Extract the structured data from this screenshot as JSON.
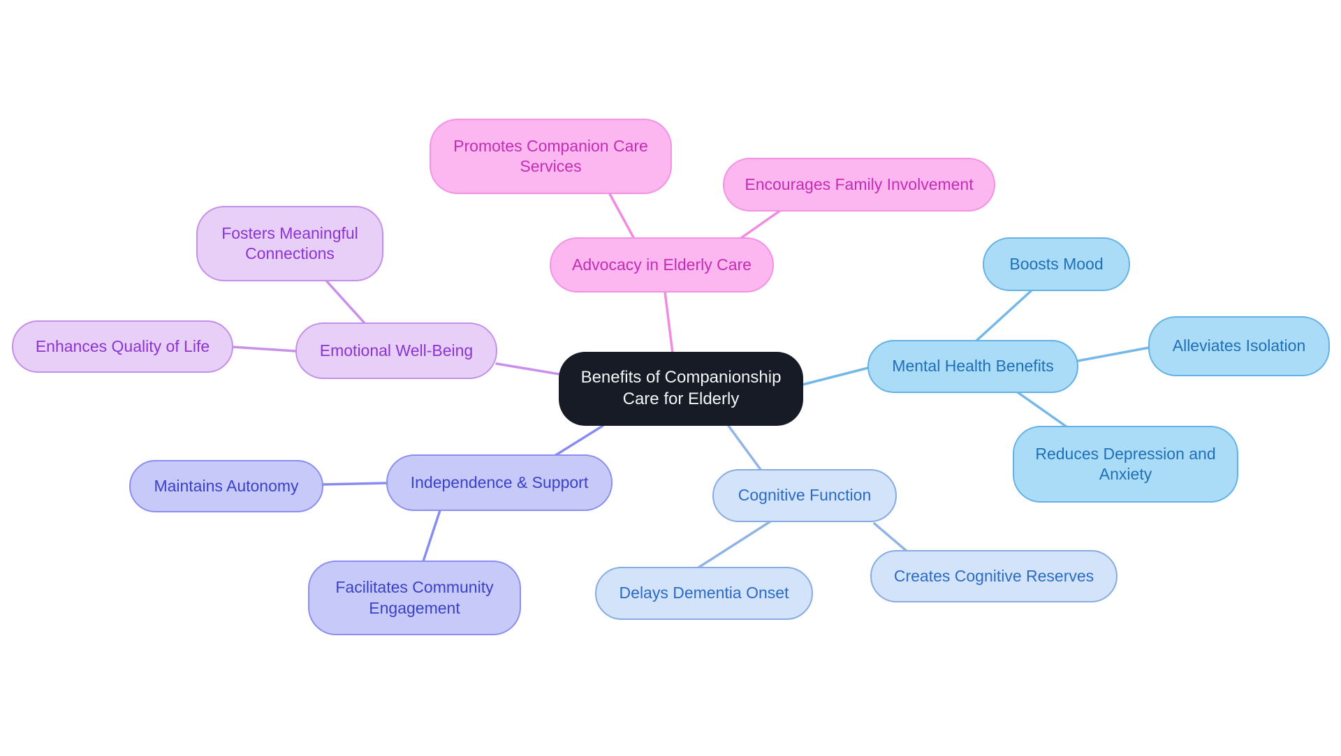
{
  "mindmap": {
    "root": {
      "label": "Benefits of Companionship Care for Elderly"
    },
    "branches": [
      {
        "label": "Advocacy in Elderly Care",
        "color_group": "pink",
        "children": [
          {
            "label": "Promotes Companion Care Services"
          },
          {
            "label": "Encourages Family Involvement"
          }
        ]
      },
      {
        "label": "Emotional Well-Being",
        "color_group": "lavender",
        "children": [
          {
            "label": "Fosters Meaningful Connections"
          },
          {
            "label": "Enhances Quality of Life"
          }
        ]
      },
      {
        "label": "Mental Health Benefits",
        "color_group": "blue",
        "children": [
          {
            "label": "Boosts Mood"
          },
          {
            "label": "Alleviates Isolation"
          },
          {
            "label": "Reduces Depression and Anxiety"
          }
        ]
      },
      {
        "label": "Independence & Support",
        "color_group": "periwinkle",
        "children": [
          {
            "label": "Maintains Autonomy"
          },
          {
            "label": "Facilitates Community Engagement"
          }
        ]
      },
      {
        "label": "Cognitive Function",
        "color_group": "paleblue",
        "children": [
          {
            "label": "Delays Dementia Onset"
          },
          {
            "label": "Creates Cognitive Reserves"
          }
        ]
      }
    ]
  },
  "colors": {
    "root": {
      "fill": "#161B26",
      "border": "#161B26",
      "text": "#F4F5F7",
      "edge": "#161B26"
    },
    "pink": {
      "fill": "#FCB7F1",
      "border": "#F392E4",
      "text": "#C42DB3",
      "edge": "#F28AE2"
    },
    "lavender": {
      "fill": "#E7CFF8",
      "border": "#C48FE9",
      "text": "#8B33D3",
      "edge": "#C98FEC"
    },
    "blue": {
      "fill": "#ABDCF7",
      "border": "#63B1E5",
      "text": "#1E6FB9",
      "edge": "#74B7E9"
    },
    "periwinkle": {
      "fill": "#C7C9F8",
      "border": "#8A8EF0",
      "text": "#3A40C8",
      "edge": "#878CEF"
    },
    "paleblue": {
      "fill": "#D3E3F9",
      "border": "#86ACE2",
      "text": "#2A6BC5",
      "edge": "#90B4E5"
    }
  }
}
